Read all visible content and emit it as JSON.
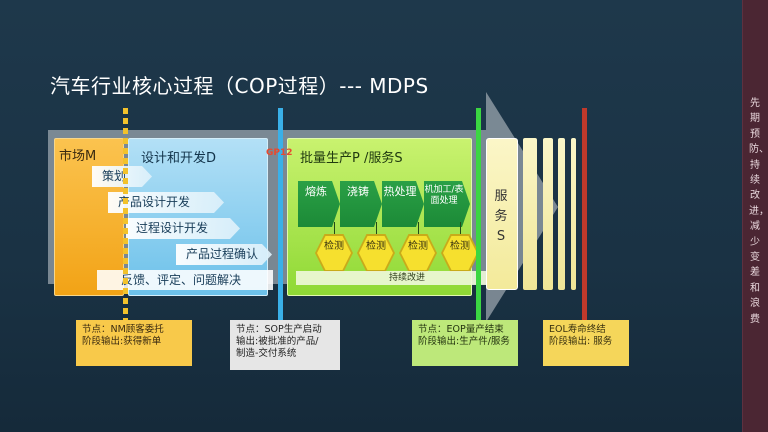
{
  "title": "汽车行业核心过程（COP过程）--- MDPS",
  "sidebar_text": "先期预防、持续改进，减少变差和浪费",
  "phases": {
    "market": "市场M",
    "design": "设计和开发D",
    "mass": "批量生产P /服务S",
    "service": "服务S"
  },
  "design_tabs": [
    "策划",
    "产品设计开发",
    "过程设计开发",
    "产品过程确认"
  ],
  "feedback": "反馈、评定、问题解决",
  "gp12": "GP12",
  "processes": [
    "熔炼",
    "浇铸",
    "热处理",
    "机加工/表面处理"
  ],
  "inspection": "检测",
  "continuous_improvement": "持续改进",
  "notes": {
    "nm": [
      "节点：NM顾客委托",
      "阶段输出:获得新单"
    ],
    "sop": [
      "节点：SOP生产启动",
      "输出:被批准的产品/",
      "制造-交付系统"
    ],
    "eop": [
      "节点：EOP量产结束",
      "阶段输出:生产件/服务"
    ],
    "eol": [
      "EOL寿命终结",
      "阶段输出: 服务"
    ]
  },
  "colors": {
    "background": "#1c3446",
    "market": "#f5a81c",
    "design": "#7ec8ee",
    "mass": "#a6e34a",
    "service": "#f8f0b0",
    "process": "#229a42",
    "inspection": "#f6e02e",
    "gate_market": "#f2c22c",
    "gate_sop": "#3ab0e8",
    "gate_eop": "#3bd642",
    "gate_eol": "#c0392b",
    "sidebar": "#4b2633"
  }
}
